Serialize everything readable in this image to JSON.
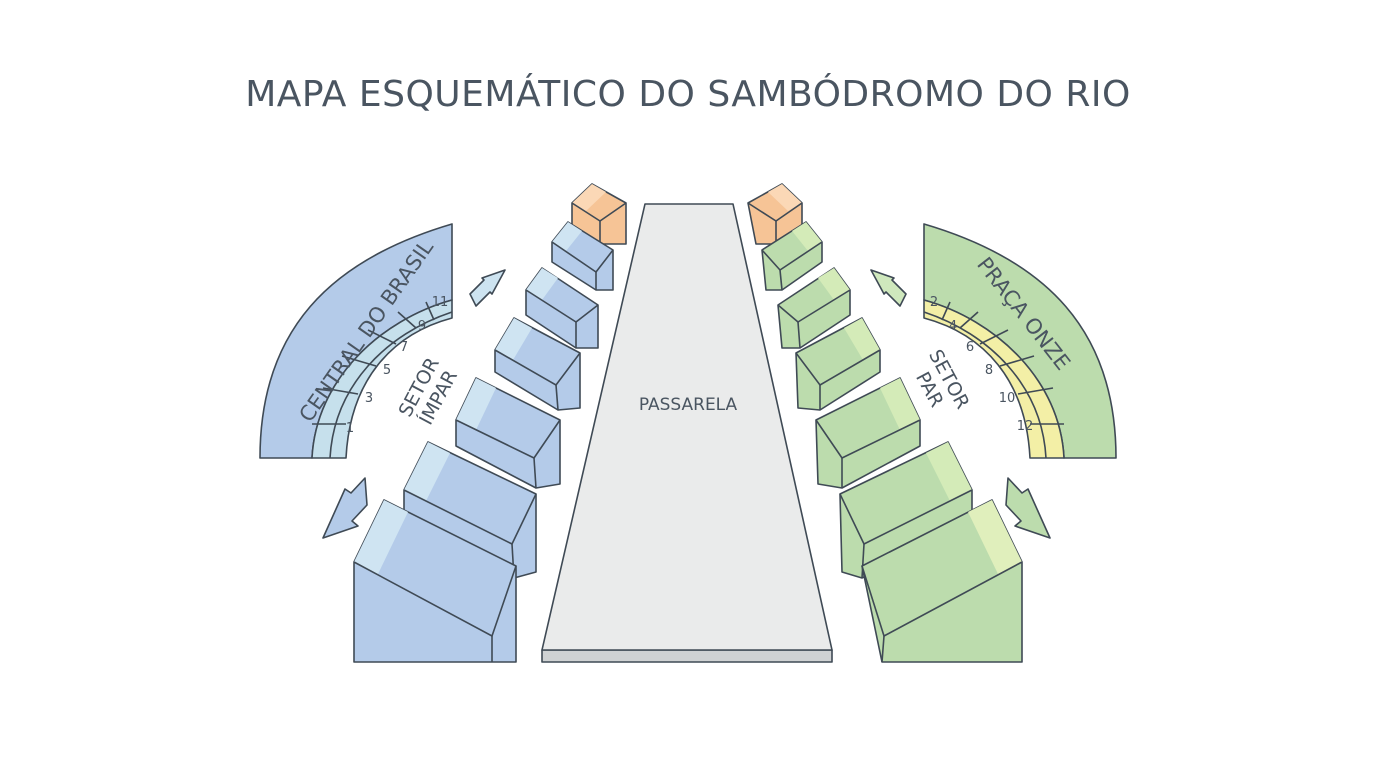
{
  "title": "MAPA ESQUEMÁTICO DO SAMBÓDROMO DO RIO",
  "runway_label": "PASSARELA",
  "left": {
    "entrance": "CENTRAL DO BRASIL",
    "sector_line1": "SETOR",
    "sector_line2": "ÍMPAR",
    "numbers": [
      "1",
      "3",
      "5",
      "7",
      "9",
      "11"
    ],
    "color": "#b7cdea"
  },
  "right": {
    "entrance": "PRAÇA ONZE",
    "sector_line1": "SETOR",
    "sector_line2": "PAR",
    "numbers": [
      "2",
      "4",
      "6",
      "8",
      "10",
      "12"
    ],
    "color": "#bddcb0"
  },
  "colors": {
    "left_blocks": "#b4cbe9",
    "right_blocks": "#bcdcad",
    "end_blocks": "#f6c496",
    "runway": "#eaebeb",
    "seats_right": "#f3efa6",
    "seats_left": "#c6e0ec"
  }
}
